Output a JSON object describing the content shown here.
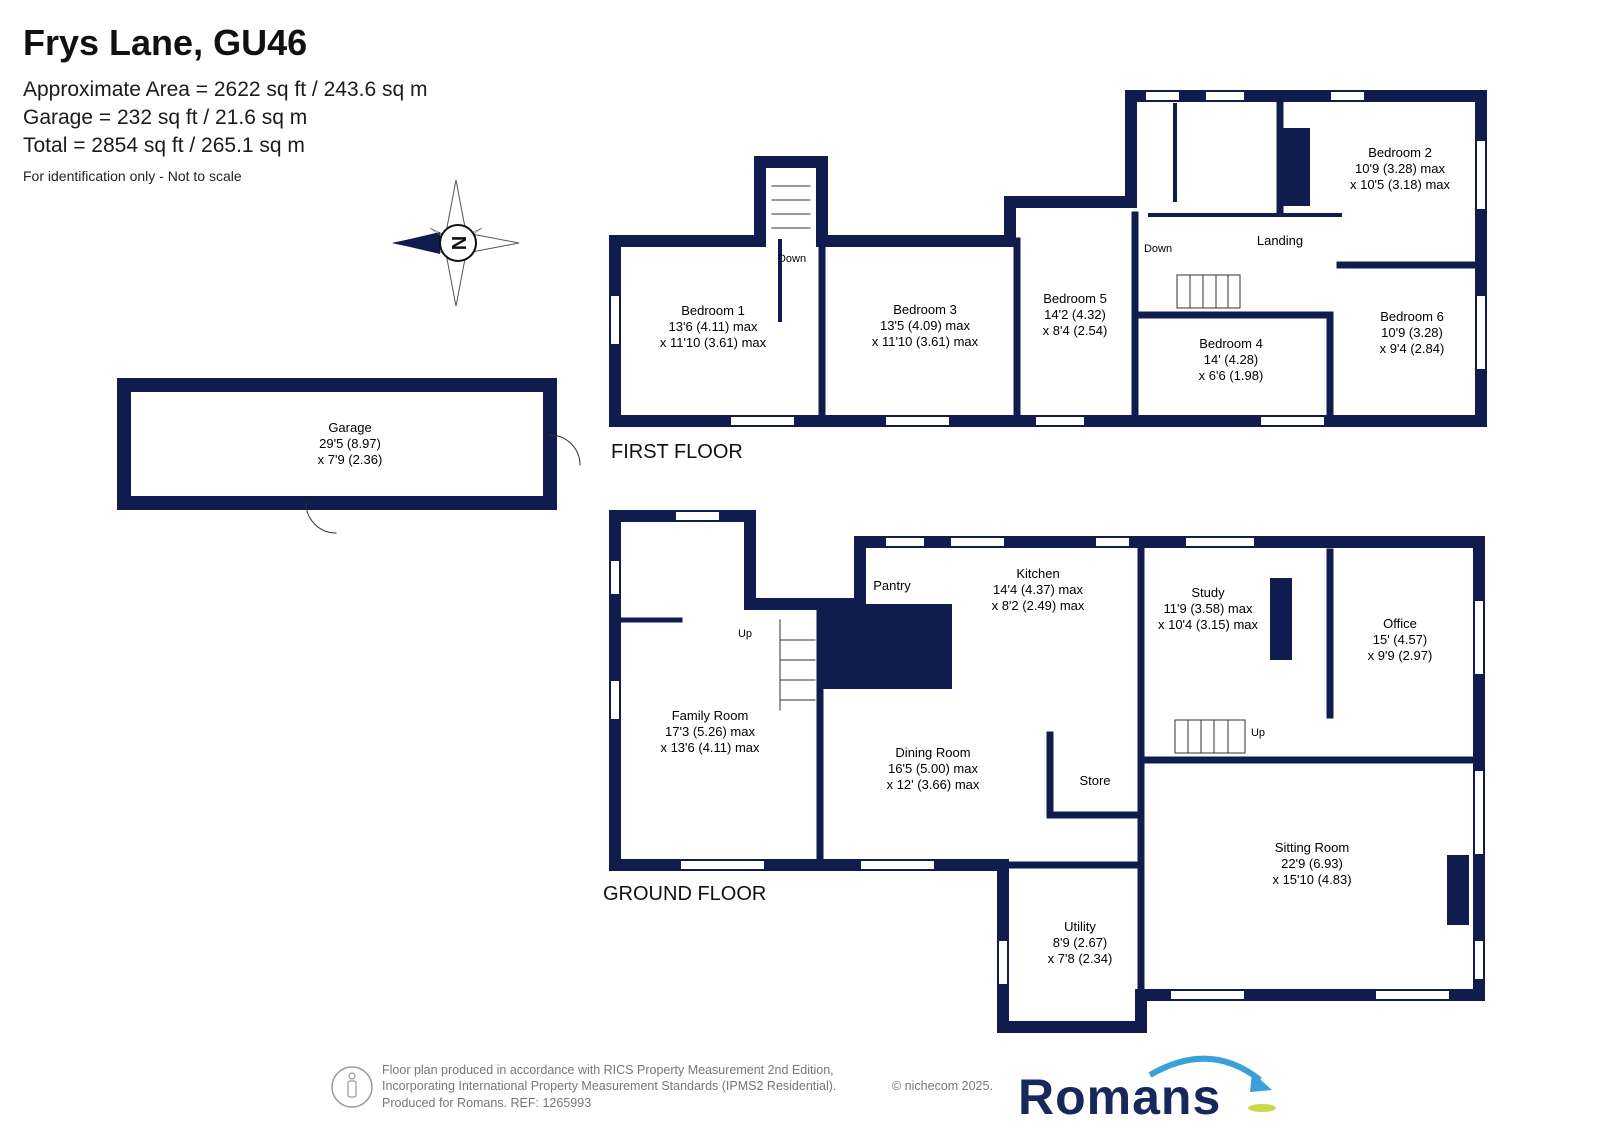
{
  "header": {
    "title": "Frys Lane, GU46",
    "area_approx": "Approximate Area = 2622 sq ft / 243.6 sq m",
    "area_garage": "Garage = 232 sq ft / 21.6 sq m",
    "area_total": "Total = 2854 sq ft / 265.1 sq m",
    "disclaimer": "For identification only - Not to scale"
  },
  "compass": {
    "label": "N"
  },
  "floors": {
    "first": "FIRST FLOOR",
    "ground": "GROUND FLOOR"
  },
  "rooms": {
    "garage": {
      "name": "Garage",
      "dim1": "29'5 (8.97)",
      "dim2": "x 7'9 (2.36)"
    },
    "bedroom1": {
      "name": "Bedroom 1",
      "dim1": "13'6 (4.11) max",
      "dim2": "x 11'10 (3.61) max"
    },
    "bedroom2": {
      "name": "Bedroom 2",
      "dim1": "10'9 (3.28) max",
      "dim2": "x 10'5 (3.18) max"
    },
    "bedroom3": {
      "name": "Bedroom 3",
      "dim1": "13'5 (4.09) max",
      "dim2": "x 11'10 (3.61) max"
    },
    "bedroom4": {
      "name": "Bedroom 4",
      "dim1": "14' (4.28)",
      "dim2": "x 6'6 (1.98)"
    },
    "bedroom5": {
      "name": "Bedroom 5",
      "dim1": "14'2 (4.32)",
      "dim2": "x 8'4 (2.54)"
    },
    "bedroom6": {
      "name": "Bedroom 6",
      "dim1": "10'9 (3.28)",
      "dim2": "x 9'4 (2.84)"
    },
    "landing": {
      "name": "Landing"
    },
    "kitchen": {
      "name": "Kitchen",
      "dim1": "14'4 (4.37) max",
      "dim2": "x 8'2 (2.49) max"
    },
    "pantry": {
      "name": "Pantry"
    },
    "study": {
      "name": "Study",
      "dim1": "11'9 (3.58) max",
      "dim2": "x 10'4 (3.15) max"
    },
    "office": {
      "name": "Office",
      "dim1": "15' (4.57)",
      "dim2": "x 9'9 (2.97)"
    },
    "family": {
      "name": "Family Room",
      "dim1": "17'3 (5.26) max",
      "dim2": "x 13'6 (4.11) max"
    },
    "dining": {
      "name": "Dining Room",
      "dim1": "16'5 (5.00) max",
      "dim2": "x 12' (3.66) max"
    },
    "store": {
      "name": "Store"
    },
    "sitting": {
      "name": "Sitting Room",
      "dim1": "22'9 (6.93)",
      "dim2": "x 15'10 (4.83)"
    },
    "utility": {
      "name": "Utility",
      "dim1": "8'9  (2.67)",
      "dim2": "x 7'8 (2.34)"
    }
  },
  "stairs": {
    "down": "Down",
    "up": "Up"
  },
  "footer": {
    "line1": "Floor plan produced in accordance with RICS Property Measurement 2nd Edition,",
    "line2": "Incorporating International Property Measurement Standards (IPMS2 Residential).",
    "line3": "Produced for Romans.    REF:  1265993",
    "copyright": "© nichecom 2025.",
    "brand": "Romans"
  },
  "colors": {
    "wall": "#0f1c4d",
    "brand": "#17285c",
    "accent": "#3aa0d8"
  }
}
